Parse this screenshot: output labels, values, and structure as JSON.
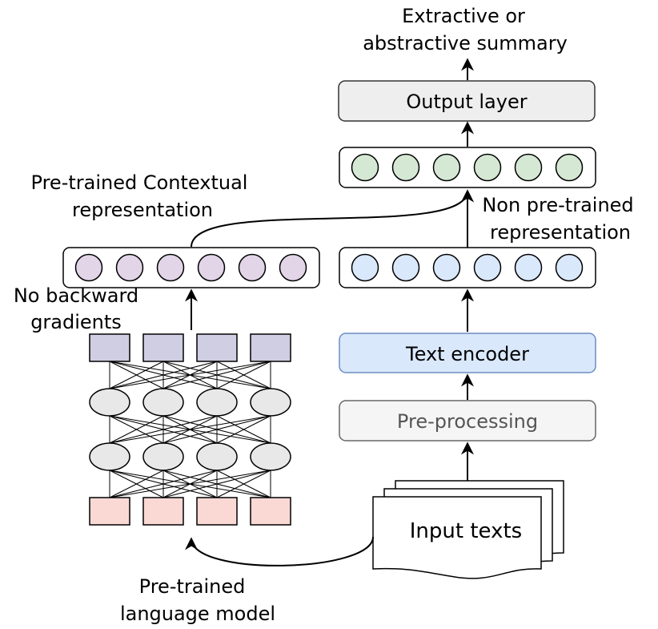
{
  "labels": {
    "summary_line1": "Extractive or",
    "summary_line2": "abstractive summary",
    "output_layer": "Output layer",
    "pretrained_ctx_line1": "Pre-trained Contextual",
    "pretrained_ctx_line2": "representation",
    "non_pretrained_line1": "Non pre-trained",
    "non_pretrained_line2": "representation",
    "no_backward_line1": "No backward",
    "no_backward_line2": "gradients",
    "text_encoder": "Text encoder",
    "preprocessing": "Pre-processing",
    "input_texts": "Input texts",
    "plm_line1": "Pre-trained",
    "plm_line2": "language model"
  },
  "colors": {
    "output_layer_fill": "#eeeeee",
    "green_node": "#d5e8d4",
    "purple_node": "#e1d5e7",
    "blue_node": "#dae8fc",
    "text_encoder_fill": "#dae8fc",
    "preprocessing_fill": "#f5f5f5",
    "preprocessing_text": "#555555",
    "lm_top": "#d0cee2",
    "lm_bottom": "#fad9d5",
    "lm_hidden": "#e8e8e8",
    "stroke": "#000000"
  }
}
